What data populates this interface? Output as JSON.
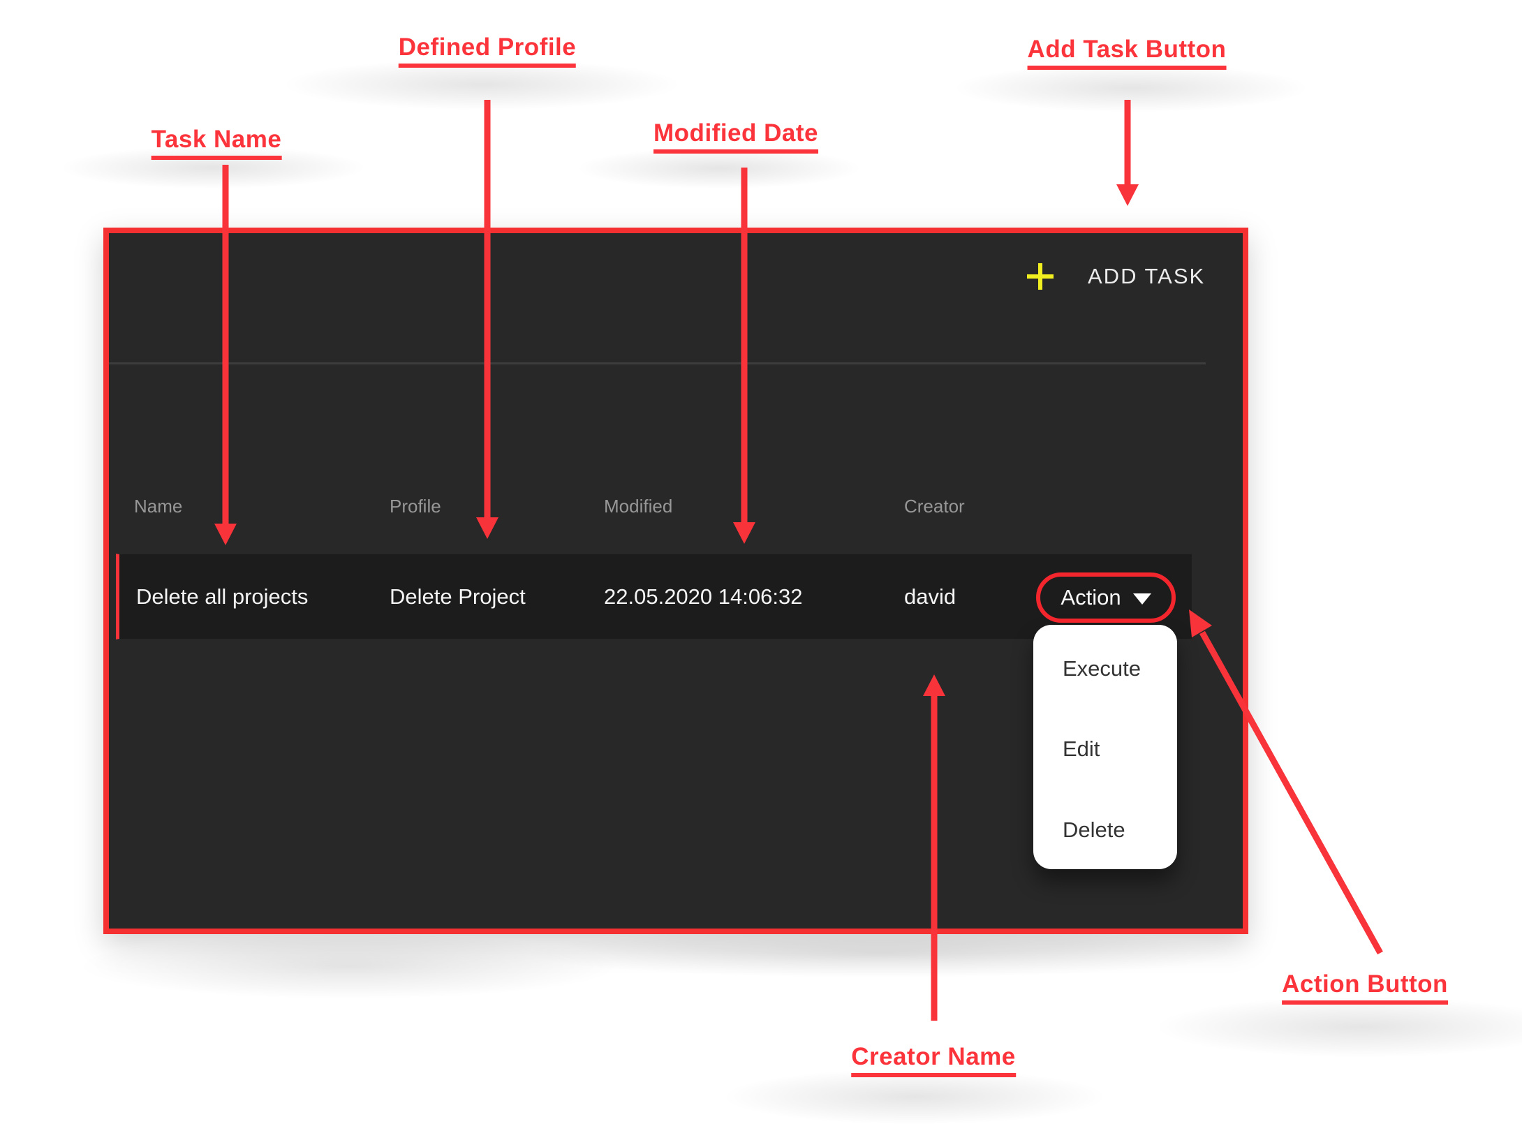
{
  "annotations": {
    "task_name": "Task Name",
    "defined_profile": "Defined Profile",
    "modified_date": "Modified Date",
    "add_task_button": "Add Task Button",
    "creator_name": "Creator Name",
    "action_button": "Action Button"
  },
  "panel": {
    "add_task_label": "ADD TASK",
    "table": {
      "headers": [
        "Name",
        "Profile",
        "Modified",
        "Creator"
      ],
      "row": {
        "name": "Delete all projects",
        "profile": "Delete Project",
        "modified": "22.05.2020 14:06:32",
        "creator": "david",
        "action_label": "Action"
      }
    },
    "action_menu": [
      "Execute",
      "Edit",
      "Delete"
    ]
  },
  "icons": {
    "plus": "plus-icon",
    "caret": "caret-down-icon"
  },
  "colors": {
    "annotation_red": "#fb343b",
    "panel_border_red": "#f53030",
    "row_accent_red": "#f8333a",
    "panel_bg": "#282828",
    "row_bg": "#1c1c1c",
    "plus_yellow": "#f2ef20",
    "header_gray": "#979797",
    "cell_white": "#f5f5f5",
    "menu_bg": "#ffffff",
    "menu_text": "#333333"
  }
}
